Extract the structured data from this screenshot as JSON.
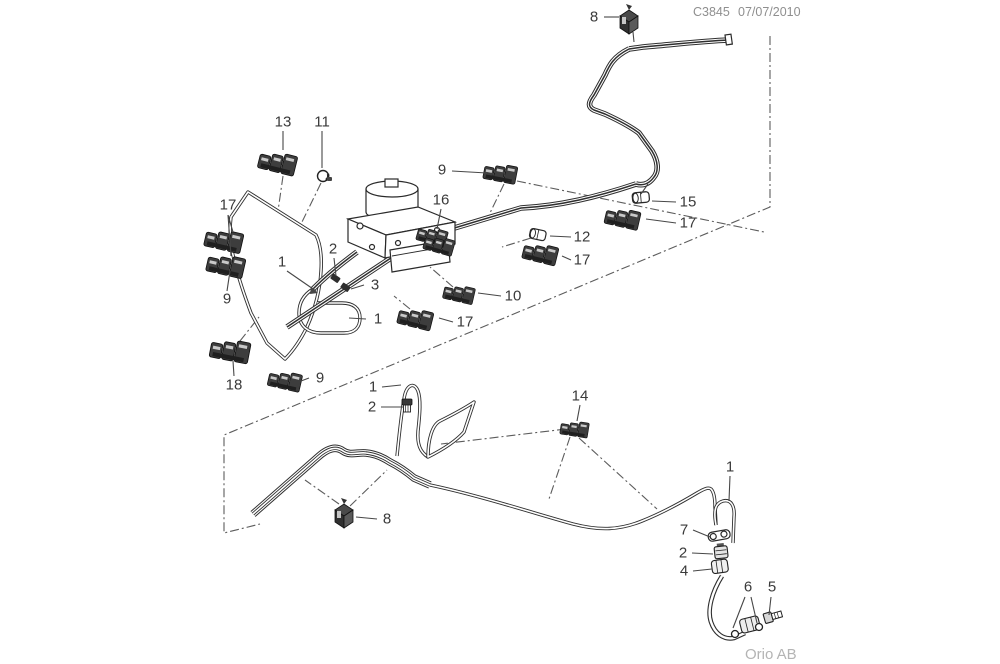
{
  "header": {
    "drawing_code": "C3845",
    "date": "07/07/2010"
  },
  "watermark": "Orio AB",
  "colors": {
    "line": "#2f2f2f",
    "muted_text": "#8f8f8f",
    "watermark_text": "#b4b4b4",
    "background": "#ffffff"
  },
  "diagram_subject": "brake pipe and hose routing with clips, ABS hydraulic unit",
  "callouts": [
    {
      "label": "8"
    },
    {
      "label": "13"
    },
    {
      "label": "11"
    },
    {
      "label": "9"
    },
    {
      "label": "16"
    },
    {
      "label": "17"
    },
    {
      "label": "15"
    },
    {
      "label": "17"
    },
    {
      "label": "12"
    },
    {
      "label": "2"
    },
    {
      "label": "17"
    },
    {
      "label": "1"
    },
    {
      "label": "3"
    },
    {
      "label": "10"
    },
    {
      "label": "9"
    },
    {
      "label": "1"
    },
    {
      "label": "17"
    },
    {
      "label": "9"
    },
    {
      "label": "18"
    },
    {
      "label": "1"
    },
    {
      "label": "2"
    },
    {
      "label": "14"
    },
    {
      "label": "8"
    },
    {
      "label": "1"
    },
    {
      "label": "7"
    },
    {
      "label": "2"
    },
    {
      "label": "4"
    },
    {
      "label": "6"
    },
    {
      "label": "5"
    }
  ]
}
